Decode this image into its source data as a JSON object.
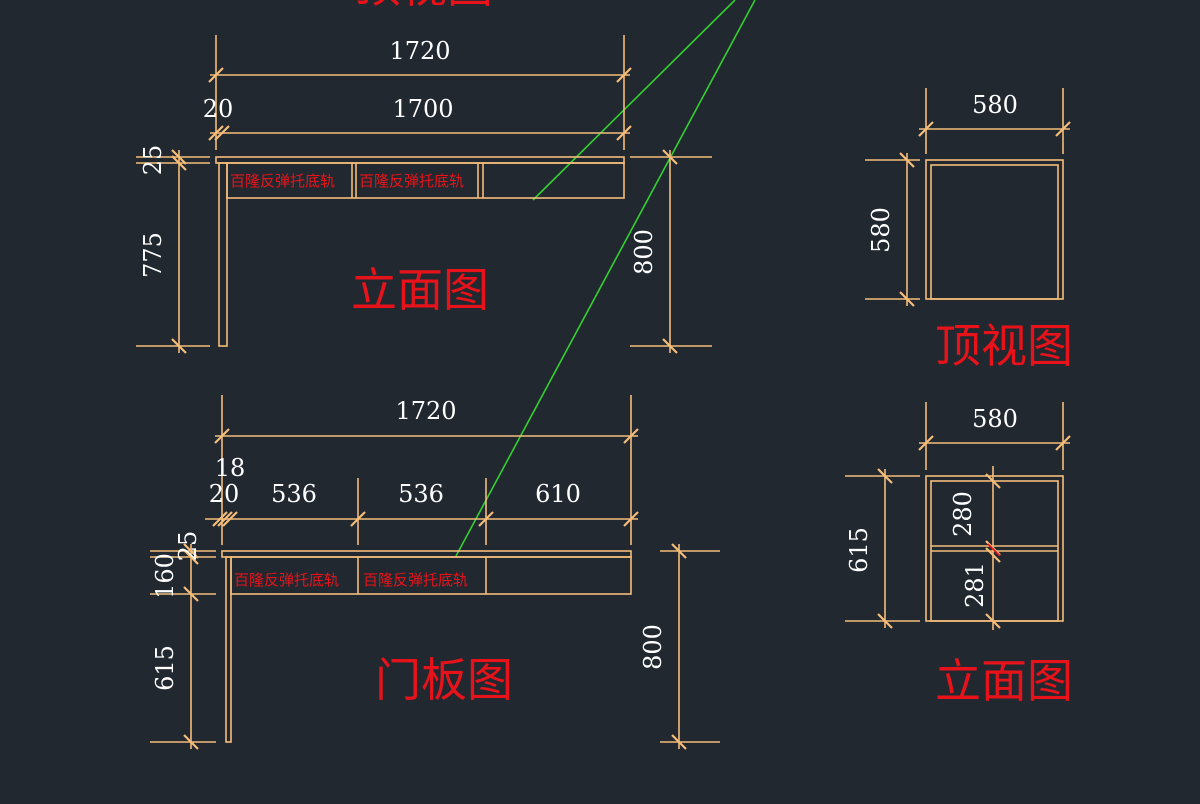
{
  "colors": {
    "background": "#212830",
    "geometry": "#f5bd7a",
    "dimension_text": "#ffffff",
    "annotation_text": "#e8131a",
    "leader_line": "#33d12f"
  },
  "top_clipped_title": "顶视图",
  "view1": {
    "title": "立面图",
    "dims": {
      "total_width": "1720",
      "inner_width": "1700",
      "side": "20",
      "top_thickness": "25",
      "leg_height": "775",
      "total_height": "800"
    },
    "drawer_labels": [
      "百隆反弹托底轨",
      "百隆反弹托底轨"
    ]
  },
  "view2": {
    "title": "门板图",
    "dims": {
      "total_width": "1720",
      "gap": "18",
      "side": "20",
      "seg1": "536",
      "seg2": "536",
      "seg3": "610",
      "top_thickness": "25",
      "drawer_height": "160",
      "leg_height": "615",
      "total_height": "800"
    },
    "drawer_labels": [
      "百隆反弹托底轨",
      "百隆反弹托底轨"
    ]
  },
  "view3": {
    "title": "顶视图",
    "dims": {
      "width": "580",
      "depth": "580"
    }
  },
  "view4": {
    "title": "立面图",
    "dims": {
      "width": "580",
      "height": "615",
      "upper": "280",
      "lower": "281"
    }
  }
}
